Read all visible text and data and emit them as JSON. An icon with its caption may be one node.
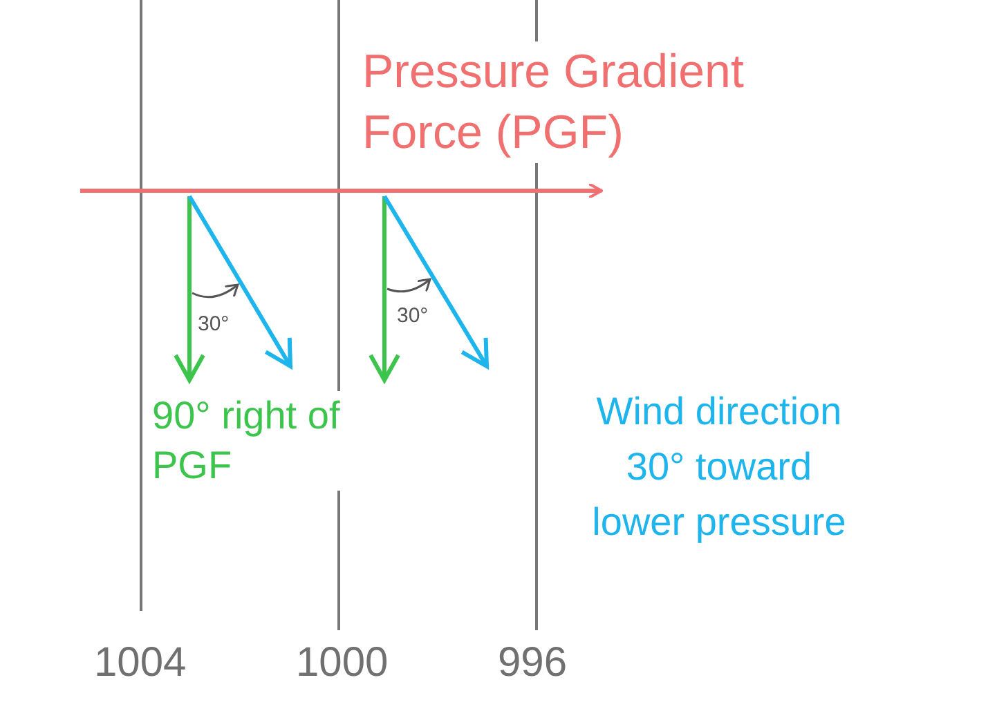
{
  "diagram": {
    "labels": [
      "Pressure Gradient Force (PGF)",
      "30°",
      "30°",
      "90° right of PGF",
      "Wind direction 30° toward lower pressure",
      "1004",
      "1000",
      "996"
    ]
  }
}
